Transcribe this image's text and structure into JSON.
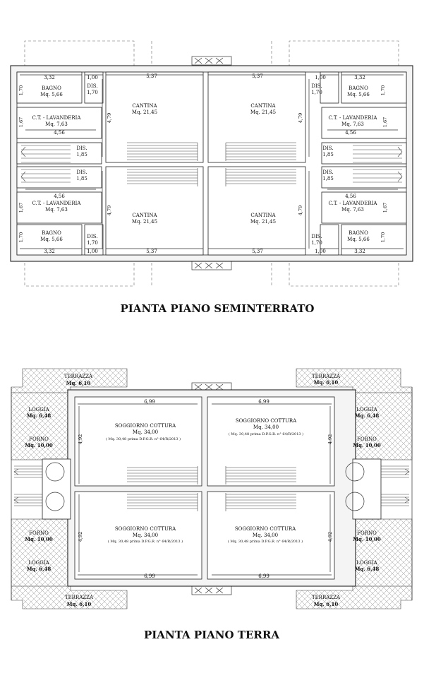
{
  "titles": {
    "basement": "PIANTA PIANO SEMINTERRATO",
    "ground": "PIANTA PIANO TERRA"
  },
  "basement": {
    "dim_top_left": "3,32",
    "dim_top_small": "1,00",
    "dim_cantina_width": "5,37",
    "dim_bagno_h": "1,70",
    "dim_lav_h": "1,67",
    "dim_lav_w": "4,56",
    "dim_cantina_h": "4,79",
    "bagno_name": "BAGNO",
    "bagno_area": "Mq. 5,66",
    "dis_name": "DIS.",
    "dis_small_area": "1,70",
    "dis_large_area": "1,85",
    "lav_name": "C.T. - LAVANDERIA",
    "lav_area": "Mq. 7,63",
    "cantina_name": "CANTINA",
    "cantina_area": "Mq. 21,45"
  },
  "ground": {
    "terrazza_name": "TERRAZZA",
    "terrazza_area": "Mq. 6,10",
    "loggia_name": "LOGGIA",
    "loggia_area": "Mq. 6,48",
    "forno_name": "FORNO",
    "forno_area": "Mq. 10,00",
    "soggiorno_name": "SOGGIORNO   COTTURA",
    "soggiorno_area": "Mq. 34,00",
    "soggiorno_note": "( Mq. 30,48 prima D.P.G.R. n° 64/R/2013 )",
    "dim_width": "6,99",
    "dim_height": "4,92"
  }
}
